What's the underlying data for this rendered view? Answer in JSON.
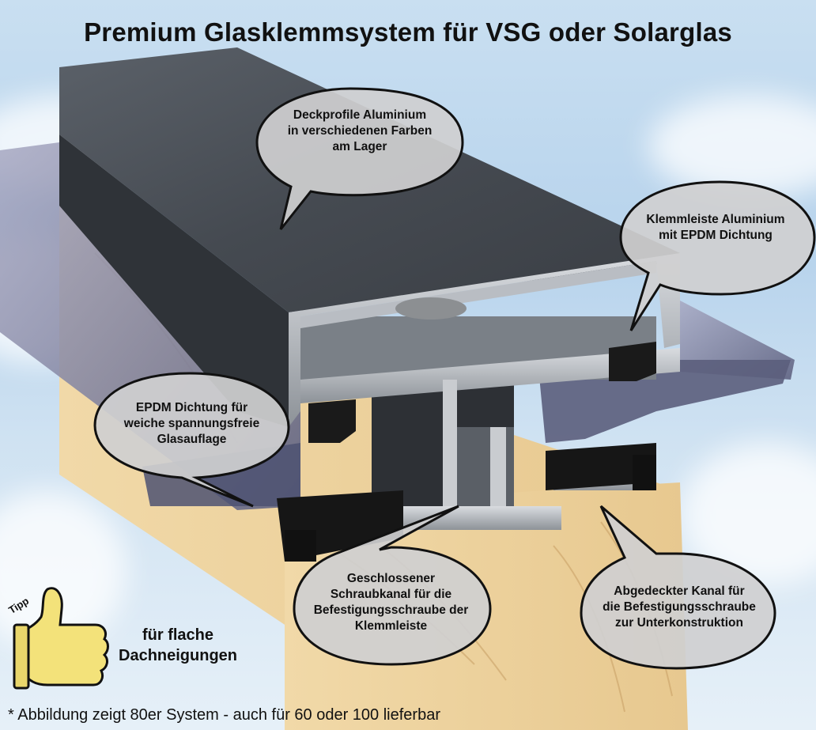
{
  "title": "Premium Glasklemmsystem für VSG oder Solarglas",
  "callouts": {
    "deckprofile": [
      "Deckprofile Aluminium",
      "in verschiedenen Farben",
      "am Lager"
    ],
    "klemmleiste": [
      "Klemmleiste Aluminium",
      "mit EPDM Dichtung"
    ],
    "epdm": [
      "EPDM Dichtung für",
      "weiche spannungsfreie",
      "Glasauflage"
    ],
    "schraubkanal": [
      "Geschlossener",
      "Schraubkanal für die",
      "Befestigungsschraube der",
      "Klemmleiste"
    ],
    "abgedeckt": [
      "Abgedeckter Kanal für",
      "die Befestigungsschraube",
      "zur Unterkonstruktion"
    ]
  },
  "tipp": {
    "badge": "Tipp",
    "lines": [
      "für flache",
      "Dachneigungen"
    ]
  },
  "footnote": "* Abbildung zeigt 80er System - auch für 60 oder 100 lieferbar",
  "colors": {
    "aluminium_dark": "#4a5058",
    "glass": "#7a7f98",
    "wood": "#e8c990",
    "epdm": "#1a1a1a",
    "bubble": "#cfcfd0"
  }
}
